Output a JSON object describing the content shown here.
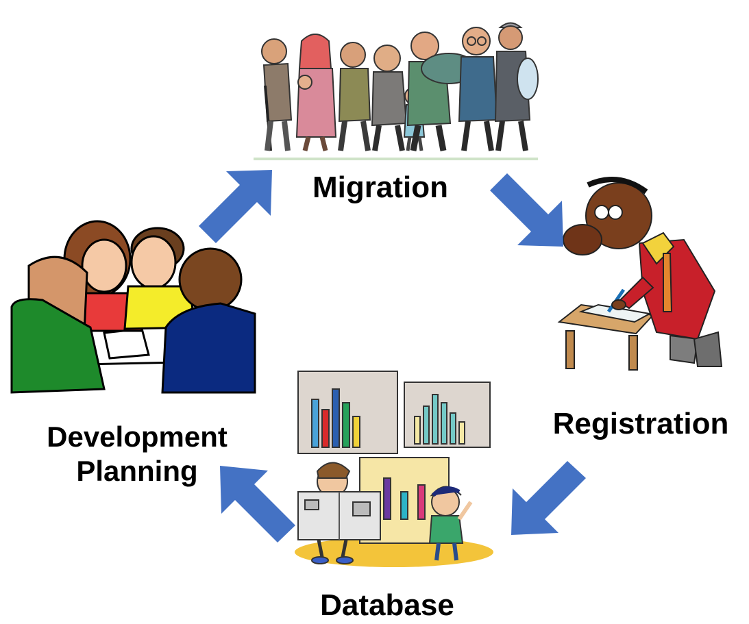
{
  "diagram": {
    "nodes": {
      "migration": {
        "label": "Migration"
      },
      "registration": {
        "label": "Registration"
      },
      "database": {
        "label": "Database"
      },
      "development_planning": {
        "label_line1": "Development",
        "label_line2": "Planning"
      }
    },
    "cycle_order": [
      "Migration",
      "Registration",
      "Database",
      "Development Planning"
    ],
    "arrow_color": "#4472c4"
  },
  "colors": {
    "arrow": "#4472c4",
    "text": "#000000",
    "background": "#ffffff"
  },
  "icons": {
    "migration": "migrating-people-illustration",
    "registration": "man-registering-at-desk-illustration",
    "database": "children-with-charts-illustration",
    "development_planning": "team-meeting-illustration"
  }
}
